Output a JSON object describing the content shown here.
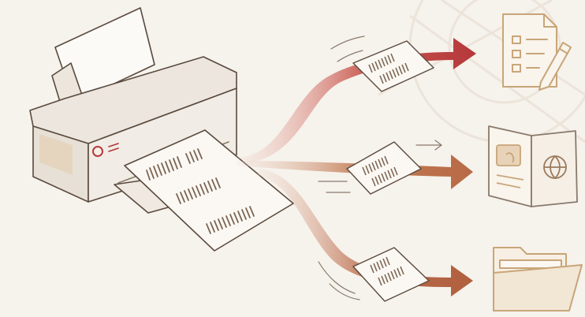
{
  "illustration": {
    "printer": {
      "icon": "printer-icon",
      "paper_in_tray": "blank-sheet",
      "output_sheet": "barcode-sheet"
    },
    "flows": [
      {
        "arrow_color": "#b5383b",
        "carried": "barcode-sheet",
        "destination": "form-with-pencil-icon"
      },
      {
        "arrow_color": "#b86a45",
        "carried": "barcode-sheet",
        "destination": "passport-icon"
      },
      {
        "arrow_color": "#b0603f",
        "carried": "barcode-sheet",
        "destination": "folder-icon"
      }
    ],
    "colors": {
      "background": "#f6f2ec",
      "line_art": "#5a4a3e",
      "accent_red": "#b5383b",
      "accent_brown": "#b86a45",
      "icon_tan": "#c8a578"
    }
  }
}
